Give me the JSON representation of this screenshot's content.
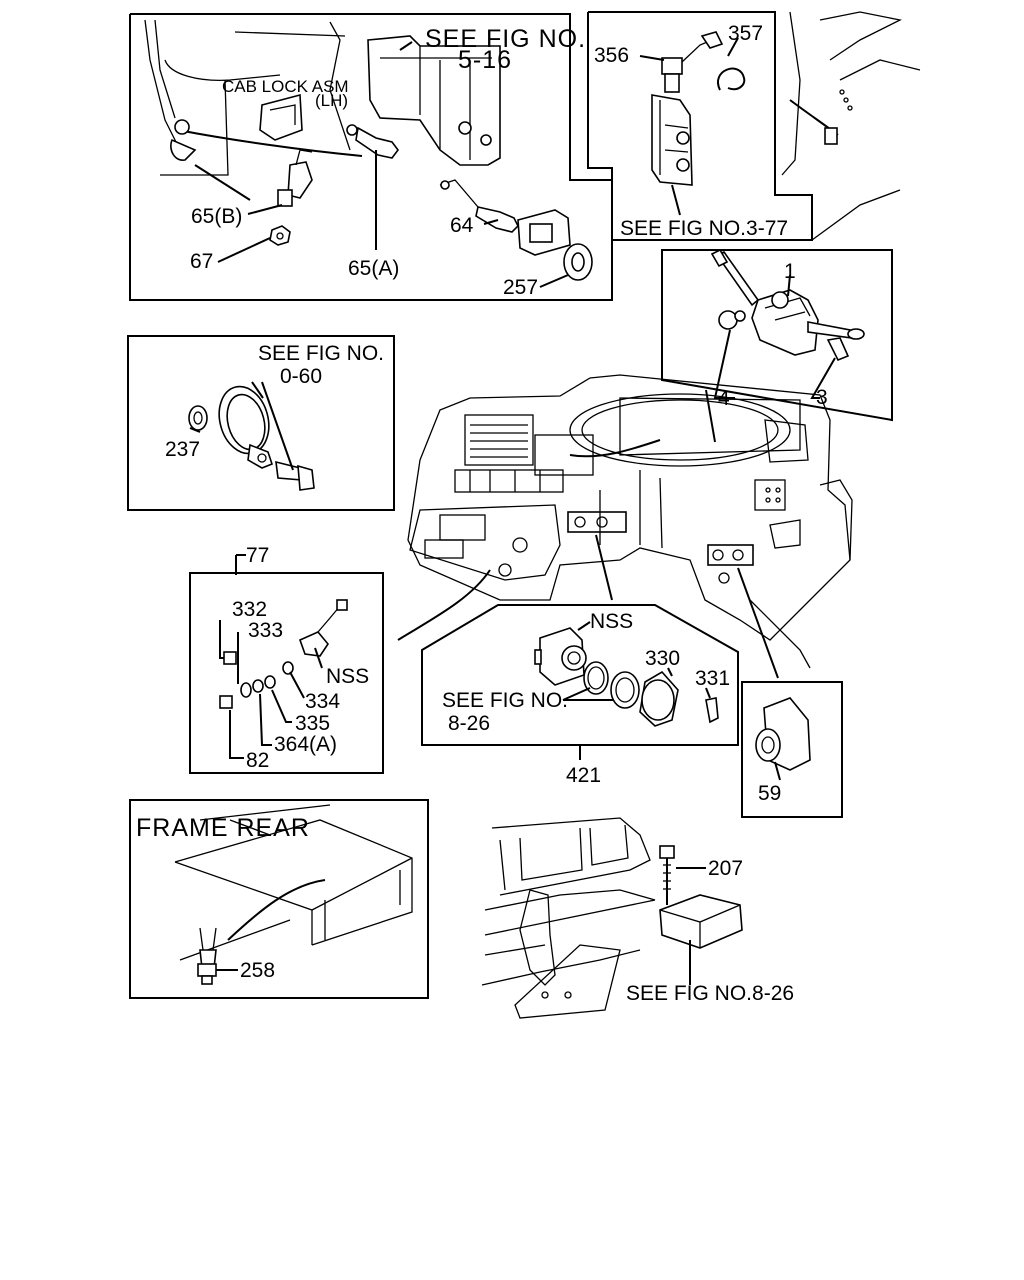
{
  "labels": {
    "see_fig_5_16_a": "SEE FIG NO.",
    "see_fig_5_16_b": "5-16",
    "cab_lock_a": "CAB LOCK ASM",
    "cab_lock_b": "(LH)",
    "p65b": "65(B)",
    "p67": "67",
    "p65a": "65(A)",
    "p64": "64",
    "p257": "257",
    "p356": "356",
    "p357": "357",
    "see_fig_3_77": "SEE FIG NO.3-77",
    "p1": "1",
    "p4": "4",
    "p3": "3",
    "see_fig_0_60_a": "SEE FIG NO.",
    "see_fig_0_60_b": "0-60",
    "p237": "237",
    "p77": "77",
    "p332": "332",
    "p333": "333",
    "nss_left": "NSS",
    "p334": "334",
    "p335": "335",
    "p364a": "364(A)",
    "p82": "82",
    "nss_mid": "NSS",
    "p330": "330",
    "p331": "331",
    "see_fig_8_26_a": "SEE FIG NO.",
    "see_fig_8_26_b": "8-26",
    "p421": "421",
    "p59": "59",
    "frame_rear": "FRAME REAR",
    "p258": "258",
    "p207": "207",
    "see_fig_8_26_bottom": "SEE FIG NO.8-26"
  }
}
